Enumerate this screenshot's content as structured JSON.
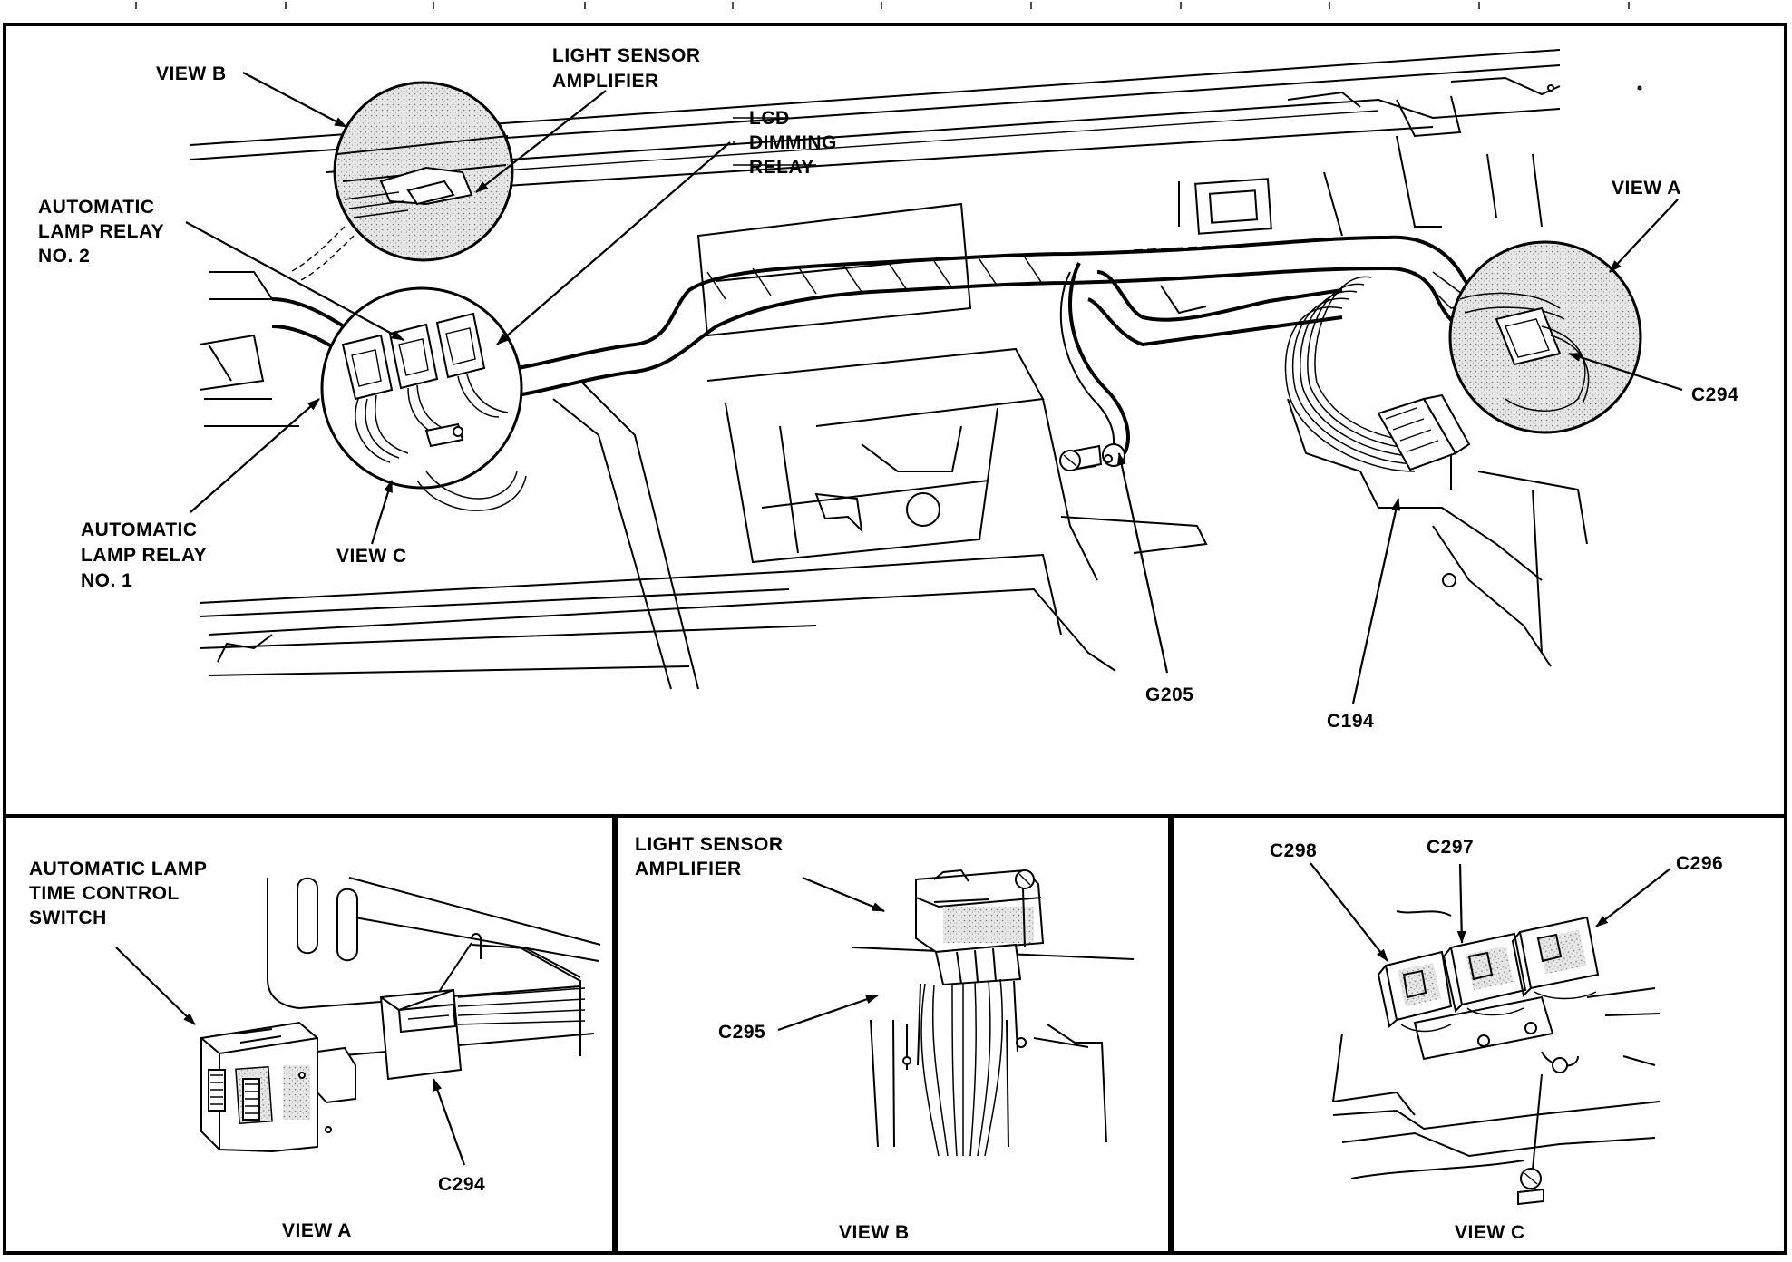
{
  "main_view": {
    "callouts": {
      "view_b": "VIEW B",
      "light_sensor_amplifier": [
        "LIGHT SENSOR",
        "AMPLIFIER"
      ],
      "lcd_dimming_relay": [
        "LCD",
        "DIMMING",
        "RELAY"
      ],
      "automatic_lamp_relay_2": [
        "AUTOMATIC",
        "LAMP RELAY",
        "NO. 2"
      ],
      "automatic_lamp_relay_1": [
        "AUTOMATIC",
        "LAMP RELAY",
        "NO. 1"
      ],
      "view_c": "VIEW C",
      "view_a": "VIEW A",
      "c294": "C294",
      "g205": "G205",
      "c194": "C194"
    }
  },
  "view_a_panel": {
    "callouts": {
      "switch": [
        "AUTOMATIC LAMP",
        "TIME CONTROL",
        "SWITCH"
      ],
      "c294": "C294"
    },
    "caption": "VIEW A"
  },
  "view_b_panel": {
    "callouts": {
      "amplifier": [
        "LIGHT SENSOR",
        "AMPLIFIER"
      ],
      "c295": "C295"
    },
    "caption": "VIEW B"
  },
  "view_c_panel": {
    "callouts": {
      "c298": "C298",
      "c297": "C297",
      "c296": "C296"
    },
    "caption": "VIEW C"
  },
  "colors": {
    "line": "#000000",
    "background": "#ffffff",
    "shade": "#d8d8d8"
  }
}
